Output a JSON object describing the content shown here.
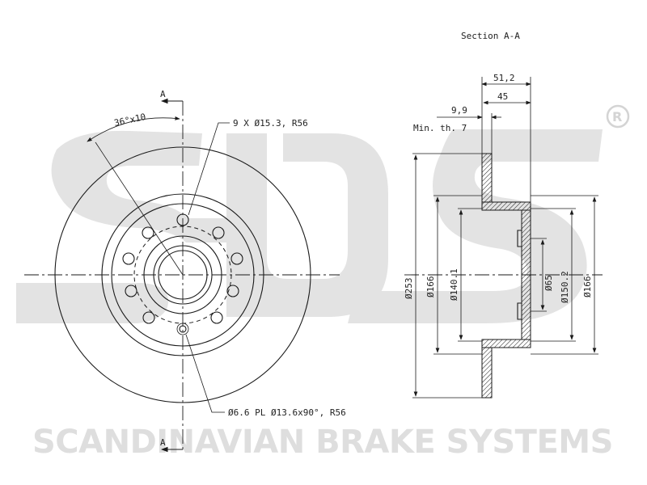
{
  "title": "Section A-A",
  "watermark_brand": "SCANDINAVIAN BRAKE SYSTEMS",
  "watermark_logo": "sbs",
  "registered_mark": "®",
  "section_marker": "A",
  "annotations": {
    "angle": "36°x10",
    "bolt_holes": "9 X Ø15.3, R56",
    "small_hole": "Ø6.6 PL Ø13.6x90°, R56"
  },
  "dimensions": {
    "total_height": "51,2",
    "hat_height": "45",
    "disc_thickness": "9,9",
    "min_thickness": "Min. th. 7",
    "outer_diameter": "Ø253",
    "hat_outer_left": "Ø166",
    "hat_inner_left": "Ø140.1",
    "center_bore": "Ø65",
    "hat_inner_right": "Ø150.2",
    "hat_outer_right": "Ø166"
  }
}
